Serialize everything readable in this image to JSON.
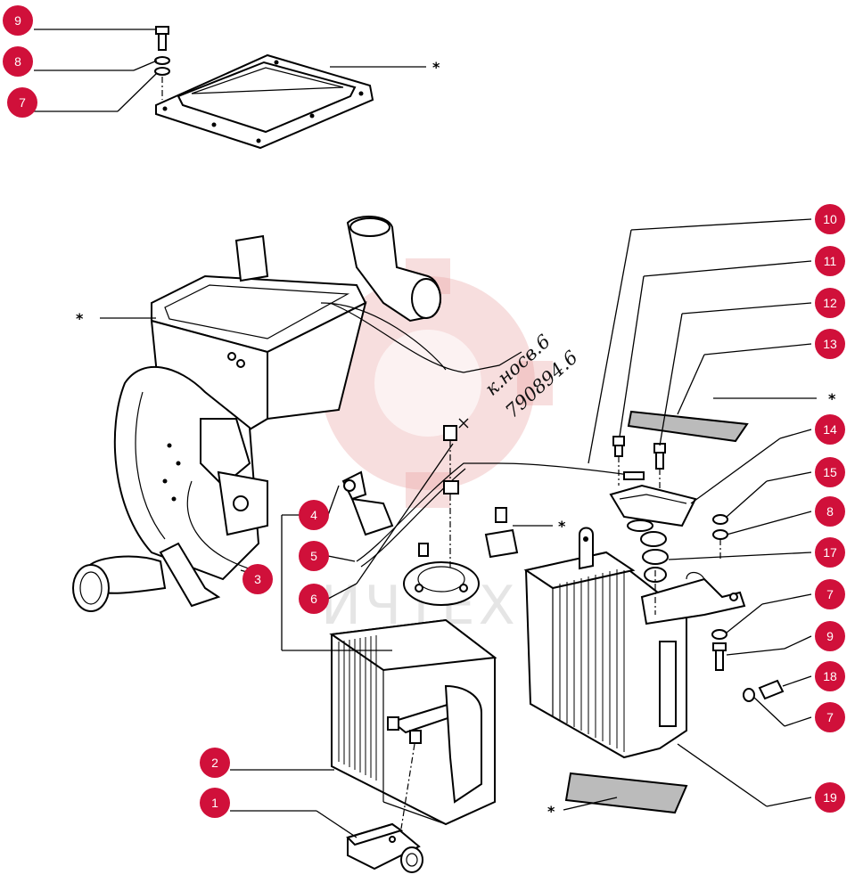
{
  "diagram": {
    "watermark_text": "ИЧТЕХ",
    "handwritten_note": [
      "к.носв.6",
      "790894.6"
    ],
    "asterisk": "*",
    "callout_color": "#d0103a",
    "callouts": [
      "9",
      "8",
      "7",
      "10",
      "11",
      "12",
      "13",
      "14",
      "15",
      "8",
      "17",
      "7",
      "9",
      "18",
      "7",
      "19",
      "3",
      "4",
      "5",
      "6",
      "2",
      "1"
    ]
  }
}
